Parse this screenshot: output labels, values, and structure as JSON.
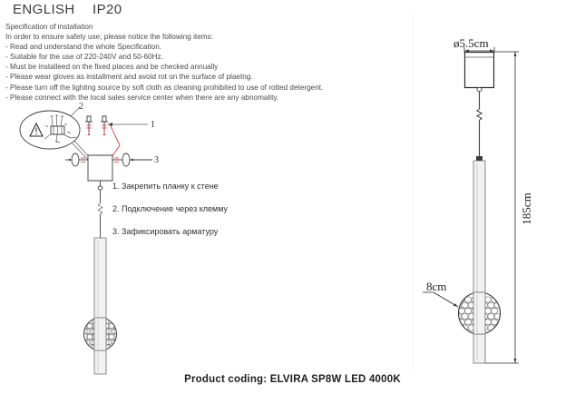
{
  "header": {
    "language": "ENGLISH",
    "ip_rating": "IP20"
  },
  "specification": {
    "title": "Specification of installation",
    "intro": "In order to ensure safety use, please notice the following items:",
    "items": [
      "- Read and understand the whole Specification.",
      "- Suitable for the use of 220-240V and 50-60Hz.",
      "- Must be installeed on the fixed places and be checked annually",
      "- Please wear gloves as installment and avoid rot on the surface of plaetng.",
      "- Please turn off the lighitng source by soft cloth as cleaning prohibited to use of rotted detergent.",
      "- Please connect with the local sales service center when there are any abnomality."
    ]
  },
  "installation_steps": [
    "1. Закрепить планку к стене",
    "2. Подключение через клемму",
    "3. Зафиксировать арматуру"
  ],
  "assembly_callouts": {
    "callout_1": "1",
    "callout_2": "2",
    "callout_3": "3"
  },
  "dimensions": {
    "canopy_diameter": "ø5.5cm",
    "total_length": "185cm",
    "sphere_diameter": "8cm"
  },
  "footer": {
    "product_coding": "Product coding: ELVIRA SP8W LED 4000K"
  },
  "colors": {
    "ink": "#3d3d3d",
    "accent_red": "#e03131",
    "tube_fill": "#f2f2f2",
    "paper": "#ffffff"
  },
  "icons": {
    "warning": "warning-triangle-icon",
    "screw": "screw-icon",
    "terminal": "terminal-block-icon",
    "sphere": "glass-sphere-icon"
  }
}
